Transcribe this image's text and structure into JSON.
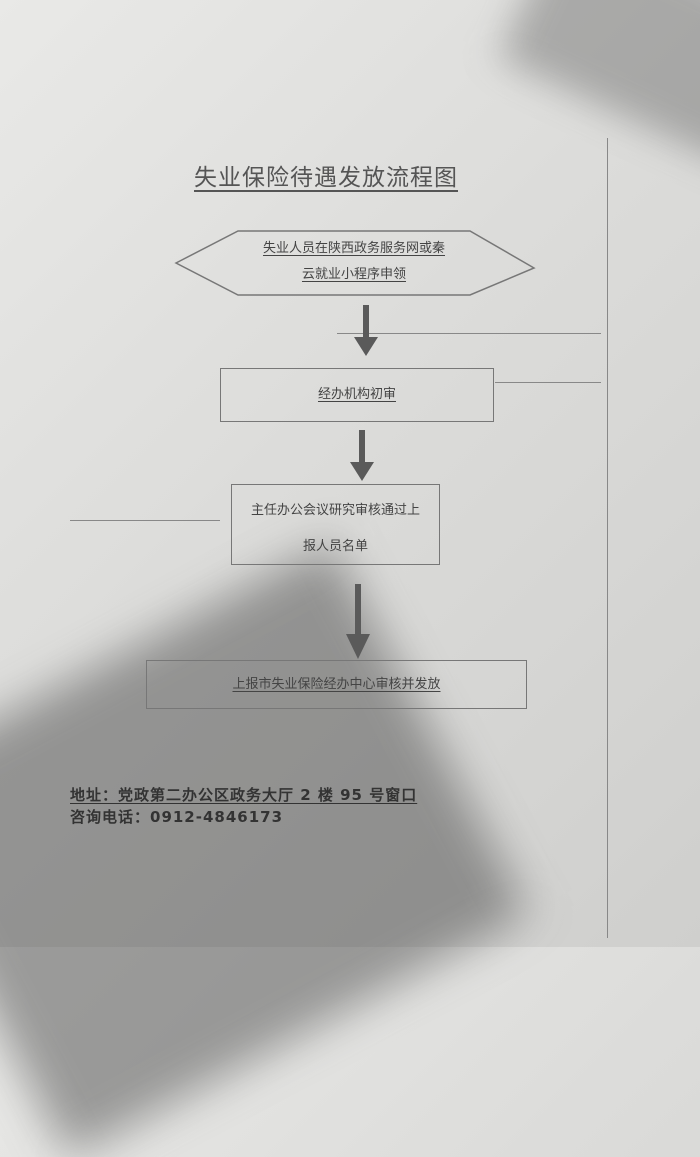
{
  "title": "失业保险待遇发放流程图",
  "steps": [
    {
      "line1": "失业人员在陕西政务服务网或秦",
      "line2": "云就业小程序申领"
    },
    {
      "text": "经办机构初审"
    },
    {
      "line1": "主任办公会议研究审核通过上",
      "line2": "报人员名单"
    },
    {
      "text": "上报市失业保险经办中心审核并发放"
    }
  ],
  "footer": {
    "address": "地址：党政第二办公区政务大厅 2 楼 95 号窗口",
    "phone": "咨询电话：0912-4846173"
  },
  "colors": {
    "line": "#777777",
    "arrow": "#5a5a5a",
    "text": "#444444"
  }
}
